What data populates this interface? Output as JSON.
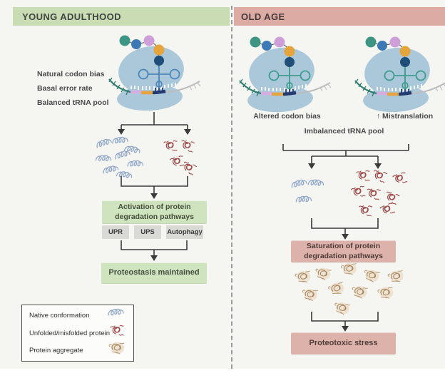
{
  "left_panel": {
    "header": "YOUNG ADULTHOOD",
    "features": [
      "Natural codon bias",
      "Basal error rate",
      "Balanced tRNA pool"
    ],
    "activation_box": {
      "line1": "Activation of protein",
      "line2": "degradation pathways"
    },
    "pathways": [
      "UPR",
      "UPS",
      "Autophagy"
    ],
    "outcome_box": "Proteostasis maintained"
  },
  "right_panel": {
    "header": "OLD AGE",
    "ribosome_left_label": "Altered codon bias",
    "ribosome_right_label": "↑ Mistranslation",
    "pool_label": "Imbalanced tRNA pool",
    "saturation_box": {
      "line1": "Saturation of protein",
      "line2": "degradation pathways"
    },
    "outcome_box": "Proteotoxic stress"
  },
  "legend": {
    "items": [
      {
        "label": "Native conformation",
        "icon": "native-squiggle-icon"
      },
      {
        "label": "Unfolded/misfolded protein",
        "icon": "misfolded-protein-icon"
      },
      {
        "label": "Protein aggregate",
        "icon": "protein-aggregate-icon"
      }
    ]
  },
  "colors": {
    "young_header_bg": "#c9dcb4",
    "old_header_bg": "#dcaba4",
    "green_box_bg": "#cfe3bf",
    "pink_box_bg": "#ddb2ab",
    "gray_box_bg": "#d9d9d6",
    "panel_bg": "#f5f5f2",
    "native_protein": "#8fa6cc",
    "misfolded_protein": "#a04a4a",
    "aggregate": "#a8875f",
    "ribosome_body": "#abc8da",
    "trna_young": "#4c86bd",
    "trna_old": "#3f9c8c",
    "arrow": "#3a3a3a"
  }
}
